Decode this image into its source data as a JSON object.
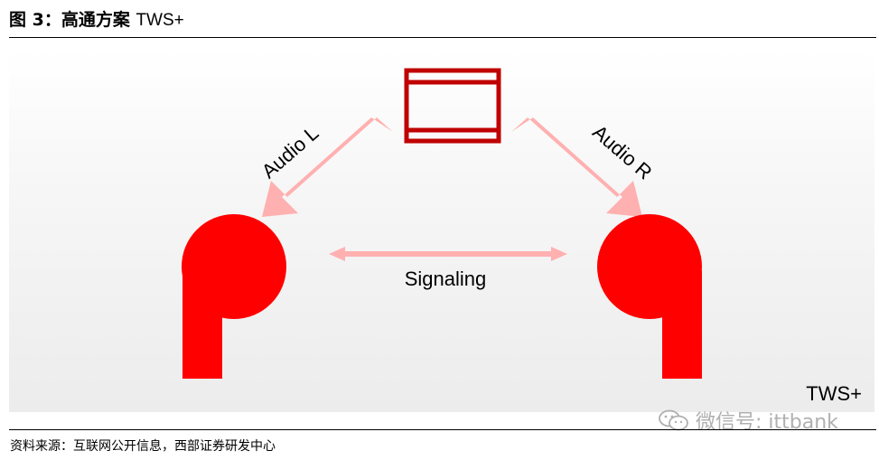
{
  "figure": {
    "title_prefix": "图 3：高通方案 ",
    "title_suffix": "TWS+"
  },
  "diagram": {
    "arrow_left_label": "Audio L",
    "arrow_right_label": "Audio R",
    "signaling_label": "Signaling",
    "corner_label": "TWS+",
    "colors": {
      "earbud": "#ff0000",
      "phone": "#c00000",
      "arrow": "#ffb0b0",
      "signal_arrow": "#ffb0b0"
    }
  },
  "footer": {
    "source": "资料来源：互联网公开信息，西部证券研发中心",
    "watermark": "微信号: ittbank"
  }
}
